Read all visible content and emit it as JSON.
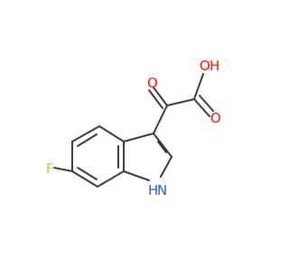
{
  "molecule": {
    "atoms": {
      "oh": "O",
      "oh_h": "H",
      "ketone_o": "O",
      "acid_o": "O",
      "fluorine": "F",
      "nitrogen": "N",
      "nitrogen_h": "H"
    },
    "colors": {
      "bond": "#3a3a3a",
      "oxygen": "#ff0d0d",
      "fluorine": "#90e050",
      "nitrogen": "#3050f8",
      "background": "#ffffff"
    }
  }
}
